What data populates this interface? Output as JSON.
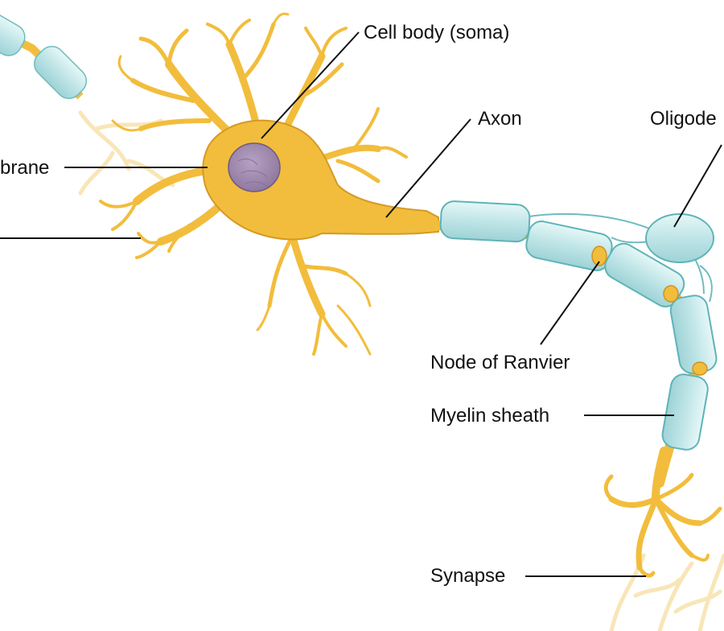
{
  "labels": {
    "cell_body": "Cell body (soma)",
    "axon": "Axon",
    "oligodendrocyte": "Oligode",
    "membrane": "brane",
    "node_of_ranvier": "Node of Ranvier",
    "myelin_sheath": "Myelin sheath",
    "synapse": "Synapse"
  },
  "colors": {
    "neuron": "#f2bd3c",
    "neuron_outline": "#cf9320",
    "nucleus": "#9a82aa",
    "myelin": "#c9ebec",
    "myelin_outline": "#5fb3b8",
    "faint_dendrite": "#f7e3b2",
    "leader_line": "#111111"
  }
}
